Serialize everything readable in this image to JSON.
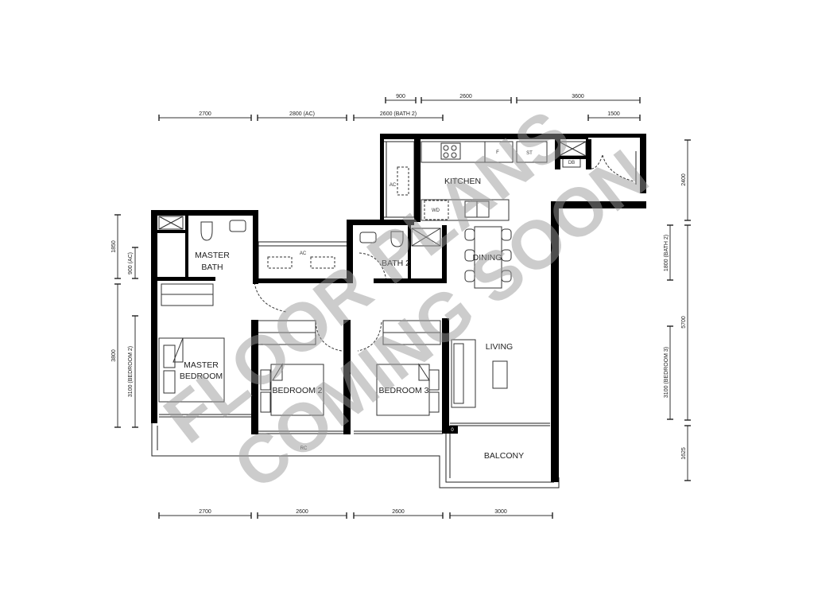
{
  "plan": {
    "watermark": {
      "line1": "FLOOR PLANS",
      "line2": "COMING SOON"
    },
    "rooms": {
      "master_bath": {
        "line1": "MASTER",
        "line2": "BATH"
      },
      "master_bedroom": {
        "line1": "MASTER",
        "line2": "BEDROOM"
      },
      "bedroom_2": "BEDROOM 2",
      "bedroom_3": "BEDROOM 3",
      "bath_2": "BATH 2",
      "kitchen": "KITCHEN",
      "dining": "DINING",
      "living": "LIVING",
      "balcony": "BALCONY",
      "ac_ledge": "AC",
      "rc_ledge": "RC"
    },
    "fixtures": {
      "kitchen_ac": "AC",
      "washer": "WD",
      "fridge": "F",
      "storage": "ST",
      "db": "DB",
      "pipe": "0"
    },
    "dimensions": {
      "top_row1": [
        "900",
        "2600",
        "3600"
      ],
      "top_row2": [
        "2700",
        "2800 (AC)",
        "2600 (BATH 2)",
        "1500"
      ],
      "left_outer": [
        "1850",
        "3800"
      ],
      "left_inner": [
        "900 (AC)",
        "3100 (BEDROOM 2)"
      ],
      "right_outer": [
        "2400",
        "5700",
        "1625"
      ],
      "right_inner": [
        "1800 (BATH 2)",
        "3100 (BEDROOM 3)"
      ],
      "bottom": [
        "2700",
        "2600",
        "2600",
        "3000"
      ]
    }
  }
}
